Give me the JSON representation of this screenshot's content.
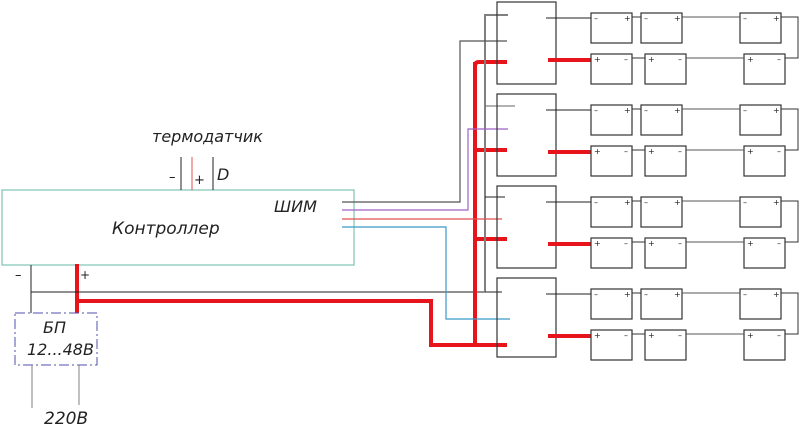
{
  "diagram": {
    "title": "LED / battery PWM wiring schematic",
    "colors": {
      "controller_border": "#7ec4b4",
      "power_plus": "#e8141c",
      "ground": "#222222",
      "gray_wire": "#808080",
      "pwm1": "#555555",
      "pwm2": "#a060c8",
      "pwm3": "#e05050",
      "pwm4": "#3a9ac8",
      "psu_border": "#5050b0"
    },
    "labels": {
      "thermo_sensor": "термодатчик",
      "thermo_minus": "–",
      "thermo_plus": "+",
      "thermo_data": "D",
      "pwm": "ШИМ",
      "controller": "Контроллер",
      "ctrl_minus": "–",
      "ctrl_plus": "+",
      "psu_name": "БП",
      "psu_voltage": "12...48В",
      "mains": "220В"
    },
    "switch_modules": [
      {
        "id": "switch-1"
      },
      {
        "id": "switch-2"
      },
      {
        "id": "switch-3"
      },
      {
        "id": "switch-4"
      }
    ],
    "battery_groups": [
      {
        "rows": 2,
        "cols": 3
      },
      {
        "rows": 2,
        "cols": 3
      },
      {
        "rows": 2,
        "cols": 3
      },
      {
        "rows": 2,
        "cols": 3
      }
    ],
    "battery_terminal_minus": "–",
    "battery_terminal_plus": "+"
  }
}
